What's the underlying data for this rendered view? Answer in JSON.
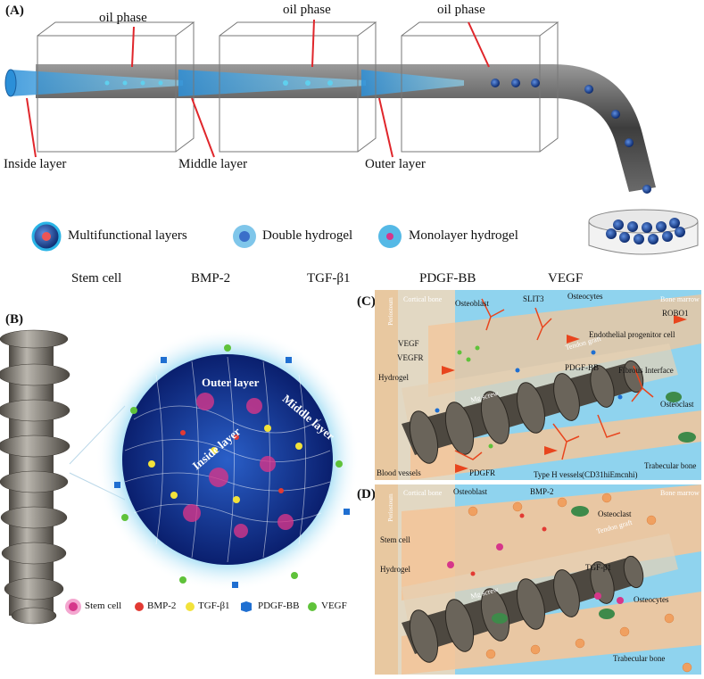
{
  "panels": {
    "a": {
      "label": "(A)",
      "oil_phase": [
        "oil phase",
        "oil phase",
        "oil phase"
      ],
      "layers": {
        "inside": "Inside layer",
        "middle": "Middle layer",
        "outer": "Outer layer"
      },
      "legend1": [
        "Multifunctional layers",
        "Double hydrogel",
        "Monolayer hydrogel"
      ],
      "legend2": [
        "Stem cell",
        "BMP-2",
        "TGF-β1",
        "PDGF-BB",
        "VEGF"
      ]
    },
    "b": {
      "label": "(B)",
      "sphere_labels": {
        "outer": "Outer layer",
        "middle": "Middle layer",
        "inside": "Inside layer"
      },
      "legend": [
        "Stem cell",
        "BMP-2",
        "TGF-β1",
        "PDGF-BB",
        "VEGF"
      ]
    },
    "c": {
      "label": "(C)",
      "regions": {
        "periosteum": "Periosteum",
        "cortical": "Cortical bone",
        "marrow": "Bone marrow",
        "screw": "Mg screw",
        "graft": "Tendon graft"
      },
      "annotations": {
        "osteoblast": "Osteoblast",
        "slit3": "SLIT3",
        "osteocytes": "Osteocytes",
        "robo1": "ROBO1",
        "epc": "Endothelial progenitor cell",
        "vegf": "VEGF",
        "vegfr": "VEGFR",
        "pdgfbb": "PDGF-BB",
        "hydrogel": "Hydrogel",
        "fibrous": "Fibrous Interface",
        "osteoclast": "Osteoclast",
        "blood": "Blood vessels",
        "pdgfr": "PDGFR",
        "typeh": "Type H vessels",
        "cd31": "(CD31hiEmcnhi)",
        "trabecular": "Trabecular bone"
      }
    },
    "d": {
      "label": "(D)",
      "regions": {
        "periosteum": "Periosteum",
        "cortical": "Cortical bone",
        "marrow": "Bone marrow",
        "screw": "Mg screw",
        "graft": "Tendon graft"
      },
      "annotations": {
        "osteoblast": "Osteoblast",
        "bmp2": "BMP-2",
        "osteoclast": "Osteoclast",
        "stemcell": "Stem cell",
        "hydrogel": "Hydrogel",
        "tgfb1": "TGF-β1",
        "osteocytes": "Osteocytes",
        "trabecular": "Trabecular bone"
      }
    }
  },
  "colors": {
    "stem_cell": "#d6368a",
    "bmp2": "#e23a33",
    "tgfb1": "#f2e23a",
    "pdgfbb": "#1f6fd1",
    "vegf": "#5fc23a",
    "sky": "#8fd3ee",
    "bone": "#f3c59a",
    "screw": "#5b554c",
    "vessel": "#e8451e"
  }
}
